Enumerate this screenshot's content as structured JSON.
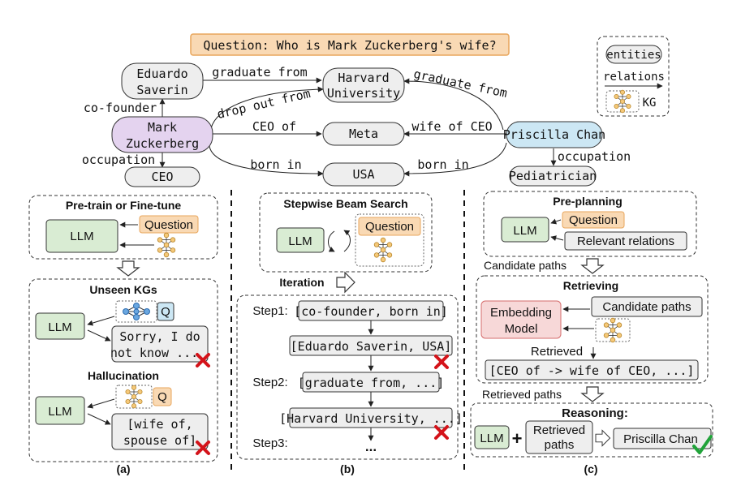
{
  "question": "Question: Who is Mark Zuckerberg's wife?",
  "legend": {
    "entities": "entities",
    "relations": "relations",
    "kg": "KG"
  },
  "kg": {
    "nodes": {
      "eduardo": [
        "Eduardo",
        "Saverin"
      ],
      "harvard": [
        "Harvard",
        "University"
      ],
      "mark": [
        "Mark",
        "Zuckerberg"
      ],
      "meta": "Meta",
      "priscilla": "Priscilla Chan",
      "ceo": "CEO",
      "usa": "USA",
      "pediatrician": "Pediatrician"
    },
    "edges": {
      "graduate_from_1": "graduate from",
      "graduate_from_2": "graduate from",
      "co_founder": "co-founder",
      "drop_out_from": "drop out from",
      "ceo_of": "CEO of",
      "wife_of_ceo": "wife of CEO",
      "occupation_1": "occupation",
      "occupation_2": "occupation",
      "born_in_1": "born in",
      "born_in_2": "born in"
    }
  },
  "panel_a": {
    "title": "Pre-train or Fine-tune",
    "llm": "LLM",
    "question": "Question",
    "unseen_title": "Unseen KGs",
    "q": "Q",
    "sorry": [
      "Sorry, I do",
      "not know ..."
    ],
    "halluc_title": "Hallucination",
    "wife": [
      "[wife of,",
      "spouse of]"
    ],
    "caption": "(a)"
  },
  "panel_b": {
    "title": "Stepwise Beam Search",
    "llm": "LLM",
    "question": "Question",
    "iteration": "Iteration",
    "step1": "Step1:",
    "step2": "Step2:",
    "step3": "Step3:",
    "s1": "[co-founder, born in]",
    "s1b": "[Eduardo Saverin, USA]",
    "s2": "[graduate from, ...]",
    "s2b": "[Harvard University, ...]",
    "dots": "...",
    "caption": "(b)"
  },
  "panel_c": {
    "preplan_title": "Pre-planning",
    "llm": "LLM",
    "question": "Question",
    "relevant": "Relevant relations",
    "candidate_label": "Candidate paths",
    "retrieving_title": "Retrieving",
    "embedding": [
      "Embedding",
      "Model"
    ],
    "candidate_paths": "Candidate paths",
    "retrieved": "Retrieved",
    "retrieved_result": "[CEO of -> wife of CEO, ...]",
    "retrieved_paths_label": "Retrieved paths",
    "reasoning_title": "Reasoning:",
    "llm2": "LLM",
    "retrieved_paths": [
      "Retrieved",
      "paths"
    ],
    "answer": "Priscilla Chan",
    "caption": "(c)"
  },
  "colors": {
    "question_fill": "#f9d9b4",
    "question_stroke": "#e8a65c",
    "llm_fill": "#d9ecd3",
    "mark_fill": "#e4d3ef",
    "priscilla_fill": "#cce7f4",
    "embed_fill": "#f7d8d8",
    "embed_stroke": "#d66d6d",
    "kg_fill": "#f5c97a",
    "kg_stroke": "#d7a43b",
    "kg_blue_fill": "#6aa7e0",
    "cross": "#d4131a",
    "check": "#21a33a"
  }
}
